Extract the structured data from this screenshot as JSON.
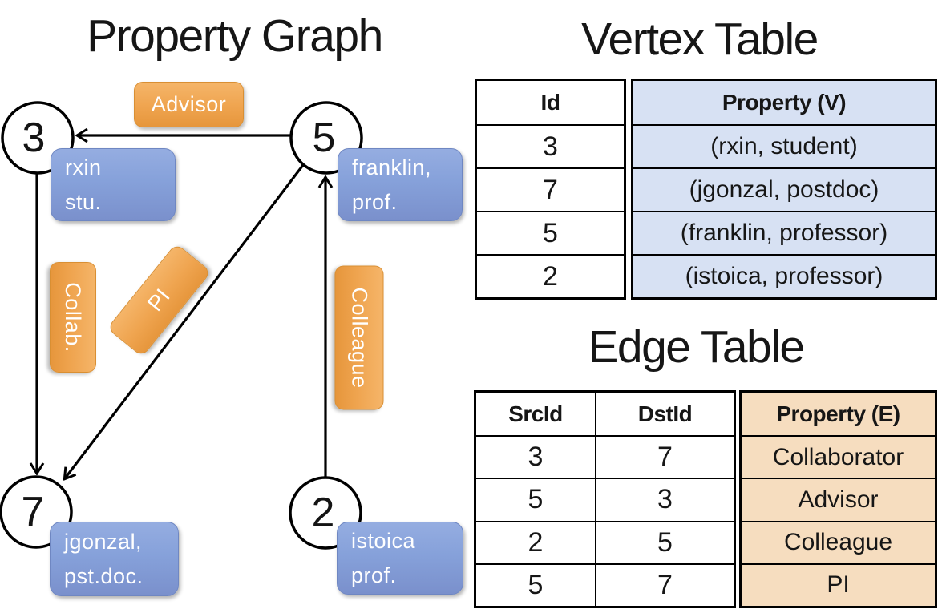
{
  "colors": {
    "edge_label_orange": "#EFA44F",
    "vertex_label_blue": "#86A1DA",
    "vertex_table_fill": "#D7E1F3",
    "edge_table_fill": "#F6DDBF",
    "line_black": "#000000"
  },
  "graph": {
    "title": "Property Graph",
    "vertices": [
      {
        "id": "3",
        "property": "rxin\nstu."
      },
      {
        "id": "5",
        "property": "franklin,\nprof."
      },
      {
        "id": "7",
        "property": "jgonzal,\npst.doc."
      },
      {
        "id": "2",
        "property": "istoica\nprof."
      }
    ],
    "edge_labels": [
      {
        "label": "Advisor"
      },
      {
        "label": "Collab."
      },
      {
        "label": "PI"
      },
      {
        "label": "Colleague"
      }
    ]
  },
  "vertex_table": {
    "title": "Vertex Table",
    "columns": {
      "id": "Id",
      "property": "Property (V)"
    },
    "rows": [
      {
        "id": "3",
        "property": "(rxin, student)"
      },
      {
        "id": "7",
        "property": "(jgonzal, postdoc)"
      },
      {
        "id": "5",
        "property": "(franklin, professor)"
      },
      {
        "id": "2",
        "property": "(istoica, professor)"
      }
    ]
  },
  "edge_table": {
    "title": "Edge Table",
    "columns": {
      "src": "SrcId",
      "dst": "DstId",
      "property": "Property (E)"
    },
    "rows": [
      {
        "src": "3",
        "dst": "7",
        "property": "Collaborator"
      },
      {
        "src": "5",
        "dst": "3",
        "property": "Advisor"
      },
      {
        "src": "2",
        "dst": "5",
        "property": "Colleague"
      },
      {
        "src": "5",
        "dst": "7",
        "property": "PI"
      }
    ]
  }
}
